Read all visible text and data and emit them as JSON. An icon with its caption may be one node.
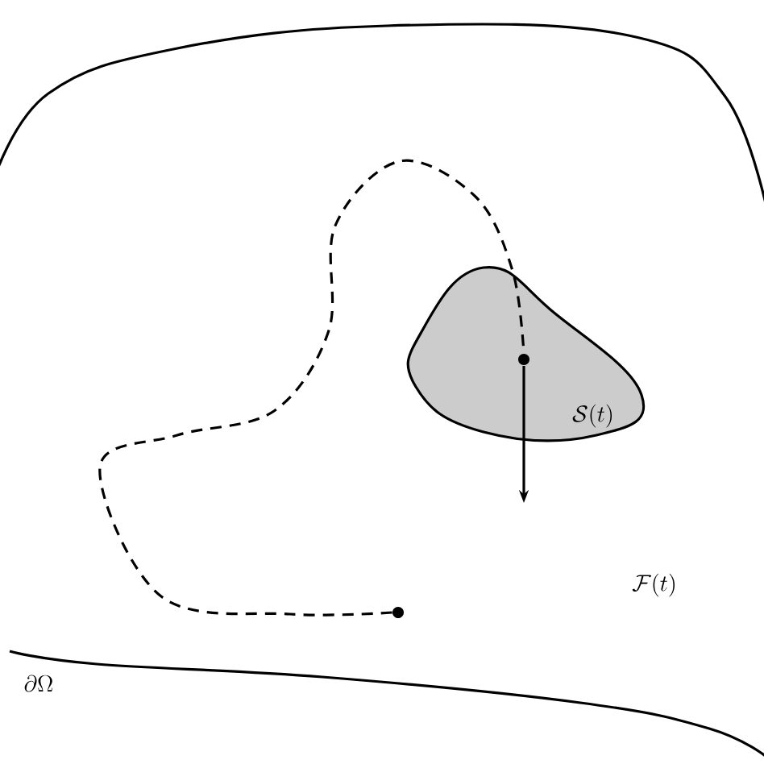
{
  "diagram": {
    "nodes": [
      {
        "text": [
          "\\mathcal{S}(t)"
        ]
      },
      {
        "text": [],
        "shape": "circle"
      },
      {
        "text": [],
        "shape": "circle",
        "in": 0
      }
    ],
    "edges": [
      {
        "from": 1,
        "to": 2,
        "arrow": "none",
        "style": "dashed"
      }
    ],
    "labels": [
      "\\mathcal{F}(t)",
      "\\partial\\Omega"
    ]
  }
}
